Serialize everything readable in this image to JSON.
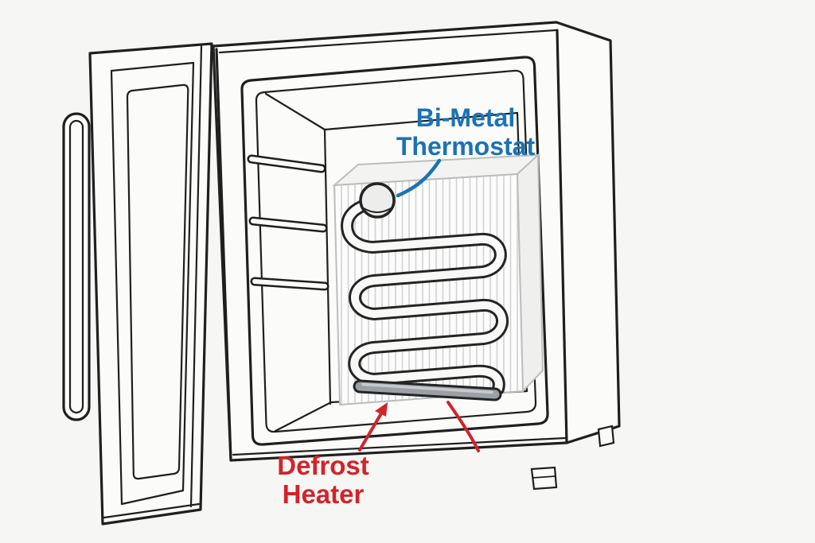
{
  "diagram": {
    "title": "Refrigerator defrost components diagram",
    "background": "#f6f6f4",
    "colors": {
      "ink": "#1f1f1f",
      "label_blue": "#1b72b5",
      "label_red": "#d2232a",
      "heater_gray": "#9ba0a4",
      "heater_highlight": "#c6cacd",
      "fin_gray": "#d2d2d2"
    },
    "labels": {
      "thermostat": {
        "line1": "Bi-Metal",
        "line2": "Thermostat",
        "color": "#1b72b5"
      },
      "heater": {
        "line1": "Defrost",
        "line2": "Heater",
        "color": "#d2232a"
      }
    }
  }
}
